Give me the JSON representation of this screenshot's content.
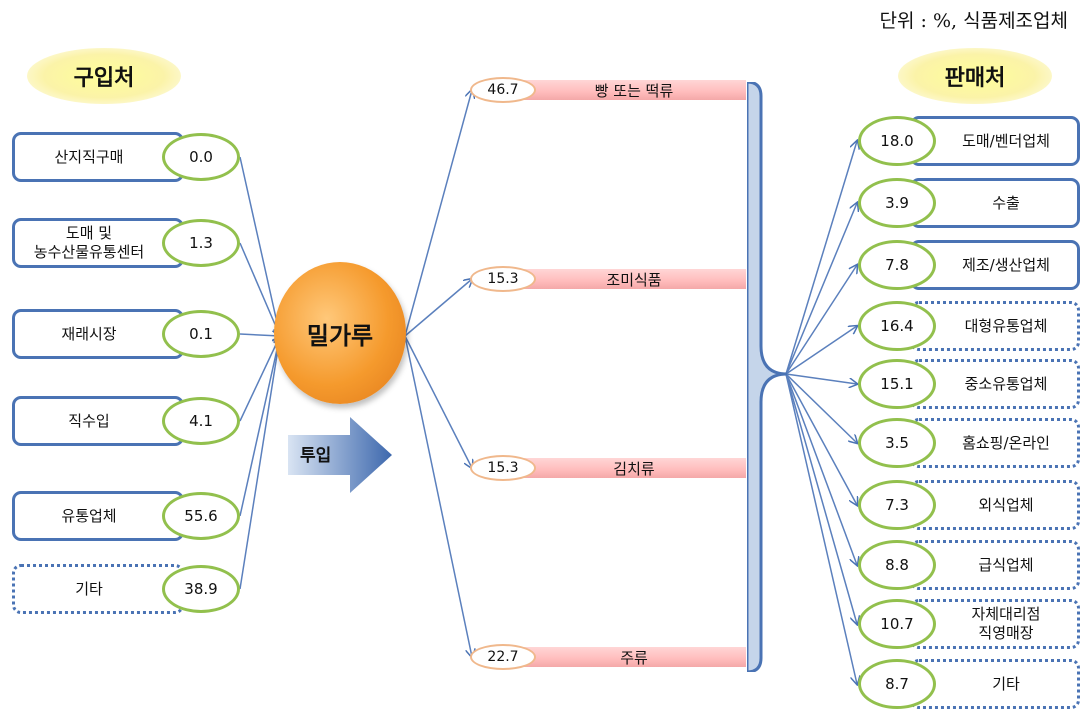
{
  "unit_note": "단위 : %, 식품제조업체",
  "center": {
    "label": "밀가루",
    "input_label": "투입"
  },
  "purchase": {
    "title": "구입처",
    "items": [
      {
        "label": "산지직구매",
        "value": "0.0",
        "dotted": false
      },
      {
        "label": "도매 및\n농수산물유통센터",
        "value": "1.3",
        "dotted": false
      },
      {
        "label": "재래시장",
        "value": "0.1",
        "dotted": false
      },
      {
        "label": "직수입",
        "value": "4.1",
        "dotted": false
      },
      {
        "label": "유통업체",
        "value": "55.6",
        "dotted": false
      },
      {
        "label": "기타",
        "value": "38.9",
        "dotted": true
      }
    ]
  },
  "usage": {
    "items": [
      {
        "label": "빵 또는 떡류",
        "value": "46.7"
      },
      {
        "label": "조미식품",
        "value": "15.3"
      },
      {
        "label": "김치류",
        "value": "15.3"
      },
      {
        "label": "주류",
        "value": "22.7"
      }
    ]
  },
  "sales": {
    "title": "판매처",
    "items": [
      {
        "label": "도매/벤더업체",
        "value": "18.0",
        "dotted": false
      },
      {
        "label": "수출",
        "value": "3.9",
        "dotted": false
      },
      {
        "label": "제조/생산업체",
        "value": "7.8",
        "dotted": false
      },
      {
        "label": "대형유통업체",
        "value": "16.4",
        "dotted": true
      },
      {
        "label": "중소유통업체",
        "value": "15.1",
        "dotted": true
      },
      {
        "label": "홈쇼핑/온라인",
        "value": "3.5",
        "dotted": true
      },
      {
        "label": "외식업체",
        "value": "7.3",
        "dotted": true
      },
      {
        "label": "급식업체",
        "value": "8.8",
        "dotted": true
      },
      {
        "label": "자체대리점\n직영매장",
        "value": "10.7",
        "dotted": true
      },
      {
        "label": "기타",
        "value": "8.7",
        "dotted": true
      }
    ]
  },
  "colors": {
    "box_border": "#4a73b4",
    "oval_border": "#92c04d",
    "center_fill": "#f59a2d",
    "bar_fill": "#ffbcbc",
    "brace_fill": "#c5d5ea"
  }
}
